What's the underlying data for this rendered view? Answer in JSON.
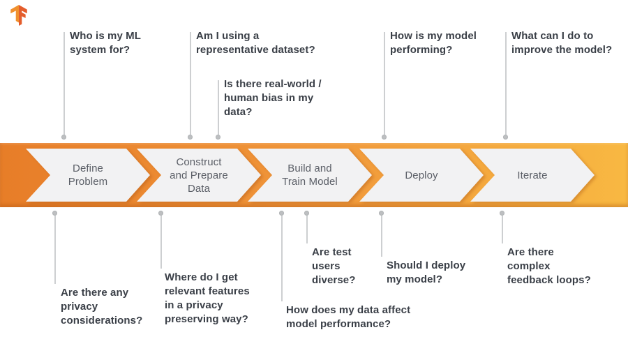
{
  "logo": {
    "name": "tensorflow-logo"
  },
  "stages": [
    {
      "label": "Define\nProblem"
    },
    {
      "label": "Construct\nand Prepare\nData"
    },
    {
      "label": "Build and\nTrain Model"
    },
    {
      "label": "Deploy"
    },
    {
      "label": "Iterate"
    }
  ],
  "questions_top": [
    {
      "text": "Who is my ML\nsystem for?"
    },
    {
      "text": "Am I using a\nrepresentative dataset?"
    },
    {
      "text": "Is there real-world /\nhuman bias in my\ndata?"
    },
    {
      "text": "How is my model\nperforming?"
    },
    {
      "text": "What can I do to\nimprove the model?"
    }
  ],
  "questions_bottom": [
    {
      "text": "Are there any\nprivacy\nconsiderations?"
    },
    {
      "text": "Where do I get\nrelevant features\nin a privacy\npreserving way?"
    },
    {
      "text": "How does my data affect\nmodel performance?"
    },
    {
      "text": "Are test\nusers\ndiverse?"
    },
    {
      "text": "Should I deploy\nmy model?"
    },
    {
      "text": "Are there\ncomplex\nfeedback loops?"
    }
  ],
  "colors": {
    "banner_left": "#E77D28",
    "banner_right": "#F8B842",
    "chevron_fill": "#F2F2F3",
    "stage_text": "#5A5E66",
    "question_text": "#3A3F47",
    "connector_line": "#CDCFD1",
    "connector_dot": "#BDBFC1",
    "logo_light": "#F0902E",
    "logo_dark": "#E45D2C"
  }
}
